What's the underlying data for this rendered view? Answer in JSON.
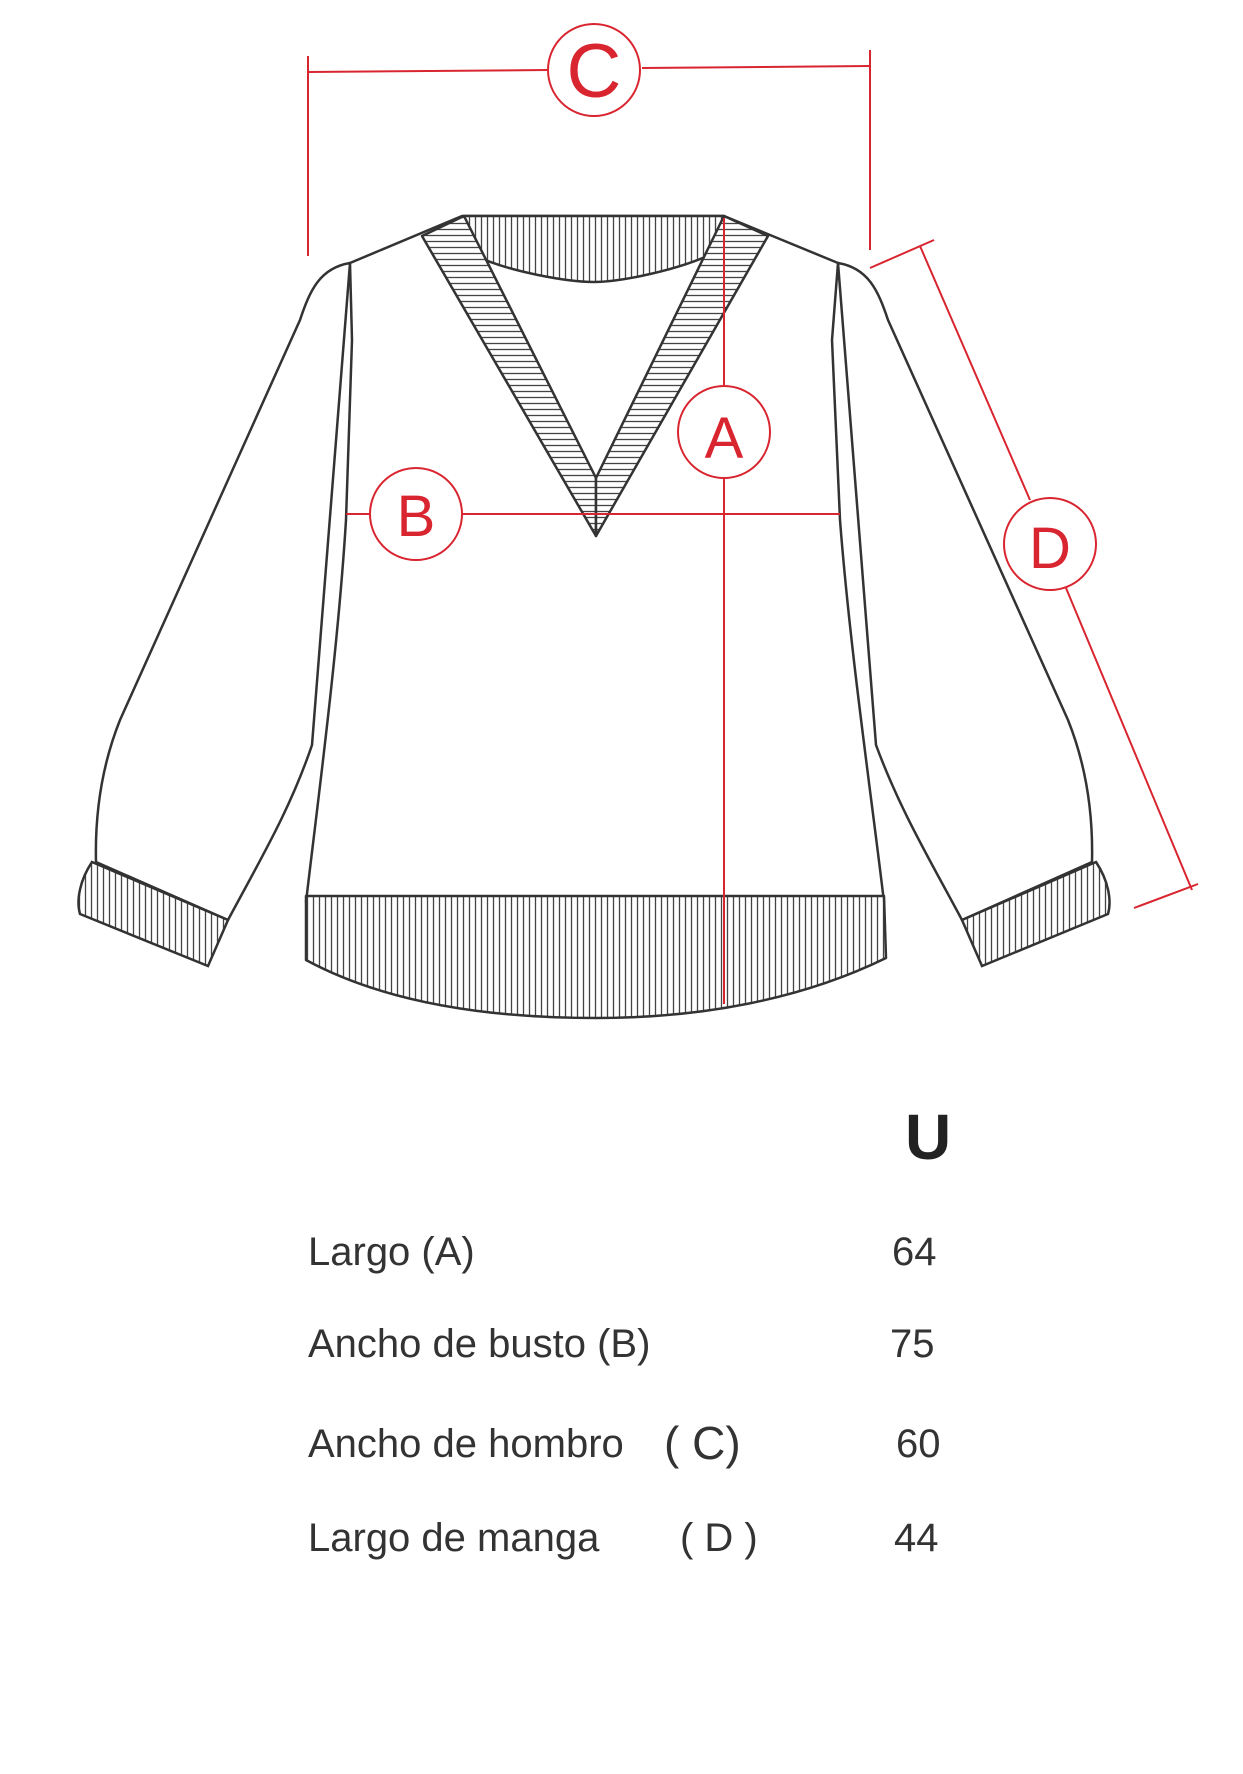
{
  "diagram": {
    "markers": {
      "A": "A",
      "B": "B",
      "C": "C",
      "D": "D"
    },
    "colors": {
      "measure": "#d9252f",
      "outline": "#333333",
      "rib": "#555555"
    }
  },
  "table": {
    "size_header": "U",
    "rows": [
      {
        "label": "Largo (A)",
        "code": "",
        "value": "64"
      },
      {
        "label": "Ancho de busto (B)",
        "code": "",
        "value": "75"
      },
      {
        "label": "Ancho de hombro",
        "code": "( C)",
        "value": "60"
      },
      {
        "label": "Largo de manga",
        "code": "( D )",
        "value": "44"
      }
    ]
  }
}
